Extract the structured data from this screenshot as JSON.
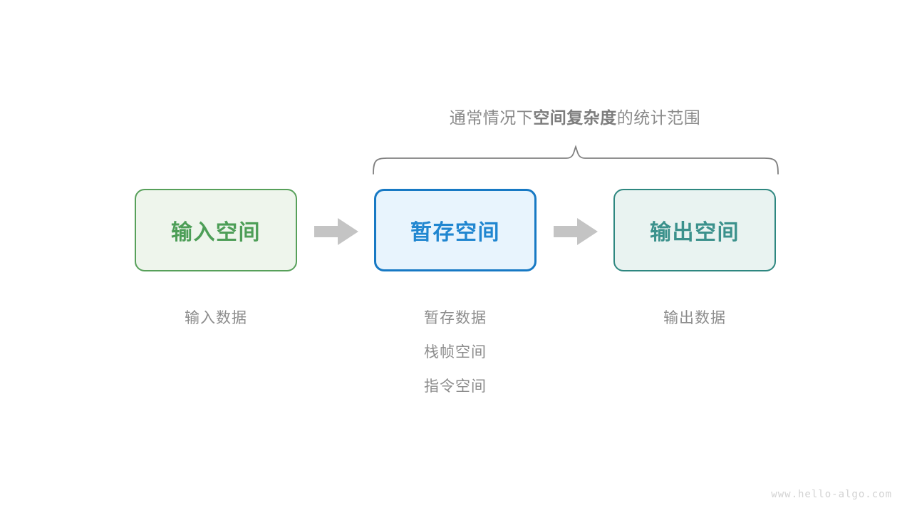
{
  "diagram": {
    "title_scope": {
      "prefix": "通常情况下",
      "emphasis": "空间复杂度",
      "suffix": "的统计范围"
    },
    "brace": {
      "name": "scope-brace",
      "color": "#808080",
      "spans_boxes": [
        "暂存空间",
        "输出空间"
      ]
    },
    "boxes": [
      {
        "id": "input",
        "label": "输入空间",
        "text_color": "#4d9e57",
        "fill": "#eef5ec",
        "border": "#57a05a"
      },
      {
        "id": "buffer",
        "label": "暂存空间",
        "text_color": "#2086d0",
        "fill": "#e8f4fd",
        "border": "#1779c4"
      },
      {
        "id": "output",
        "label": "输出空间",
        "text_color": "#3b918c",
        "fill": "#e9f3f1",
        "border": "#2e8780"
      }
    ],
    "arrows": [
      {
        "id": "arrow-1",
        "icon": "right-arrow-icon",
        "color": "#c4c4c4"
      },
      {
        "id": "arrow-2",
        "icon": "right-arrow-icon",
        "color": "#c4c4c4"
      }
    ],
    "captions": {
      "input": [
        "输入数据"
      ],
      "buffer": [
        "暂存数据",
        "栈帧空间",
        "指令空间"
      ],
      "output": [
        "输出数据"
      ]
    },
    "caption_color": "#8c8c8c"
  },
  "watermark": {
    "text": "www.hello-algo.com"
  }
}
